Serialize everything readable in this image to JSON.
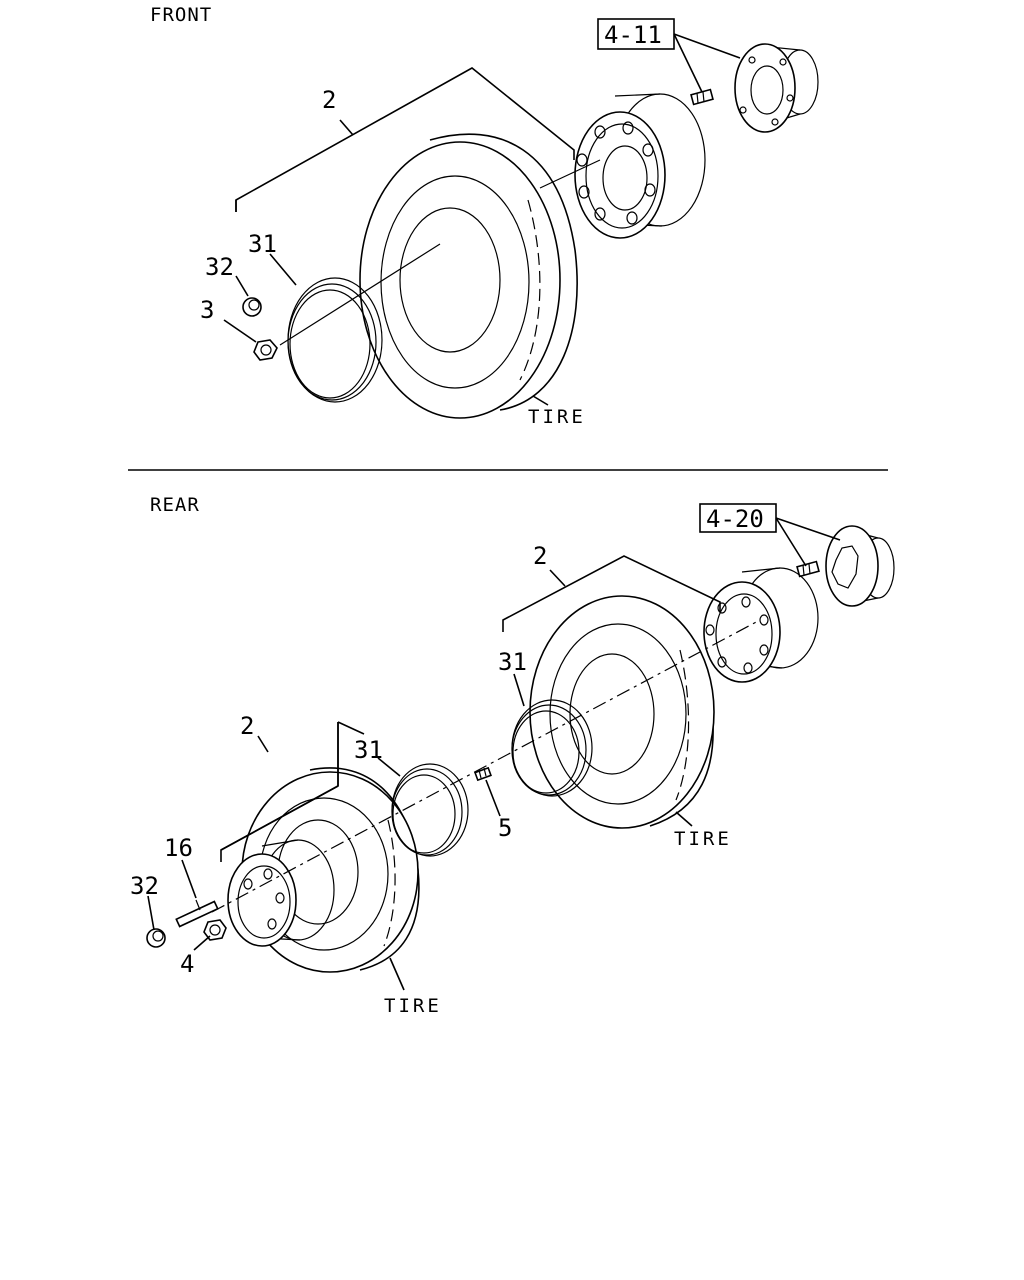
{
  "sections": {
    "front": {
      "title": "FRONT",
      "ref_box": "4-11",
      "labels": {
        "wheel_assembly": "2",
        "ring": "31",
        "cap": "32",
        "nut": "3",
        "tire": "TIRE"
      }
    },
    "rear": {
      "title": "REAR",
      "ref_box": "4-20",
      "labels": {
        "inner_wheel_assembly": "2",
        "inner_ring": "31",
        "outer_wheel_assembly": "2",
        "outer_ring": "31",
        "valve": "5",
        "stud": "16",
        "cap": "32",
        "nut": "4",
        "inner_tire": "TIRE",
        "outer_tire": "TIRE"
      }
    }
  }
}
